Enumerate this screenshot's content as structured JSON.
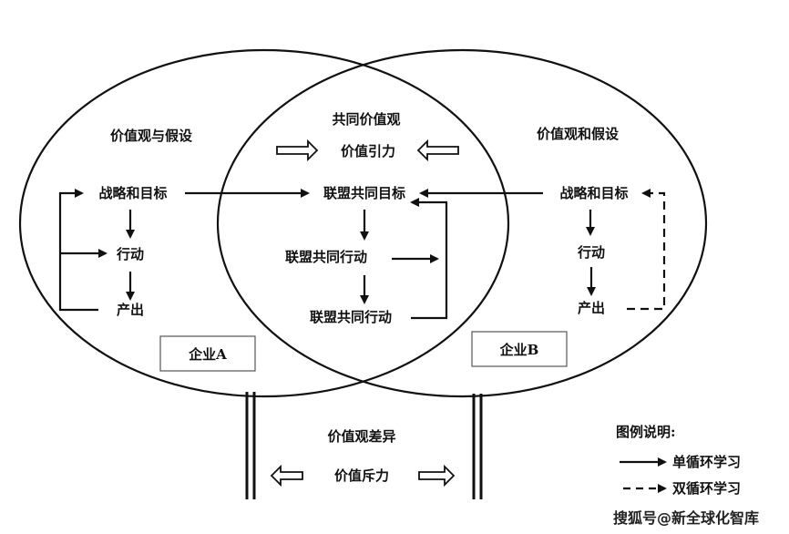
{
  "company_a": {
    "values": "价值观与假设",
    "strategy": "战略和目标",
    "action": "行动",
    "output": "产出",
    "label": "企业A"
  },
  "company_b": {
    "values": "价值观和假设",
    "strategy": "战略和目标",
    "action": "行动",
    "output": "产出",
    "label": "企业B"
  },
  "alliance": {
    "shared_values": "共同价值观",
    "attraction": "价值引力",
    "goal": "联盟共同目标",
    "action1": "联盟共同行动",
    "action2": "联盟共同行动"
  },
  "bottom": {
    "difference": "价值观差异",
    "repulsion": "价值斥力"
  },
  "legend": {
    "title": "图例说明:",
    "single": "单循环学习",
    "double": "双循环学习"
  },
  "watermark": "搜狐号@新全球化智库"
}
